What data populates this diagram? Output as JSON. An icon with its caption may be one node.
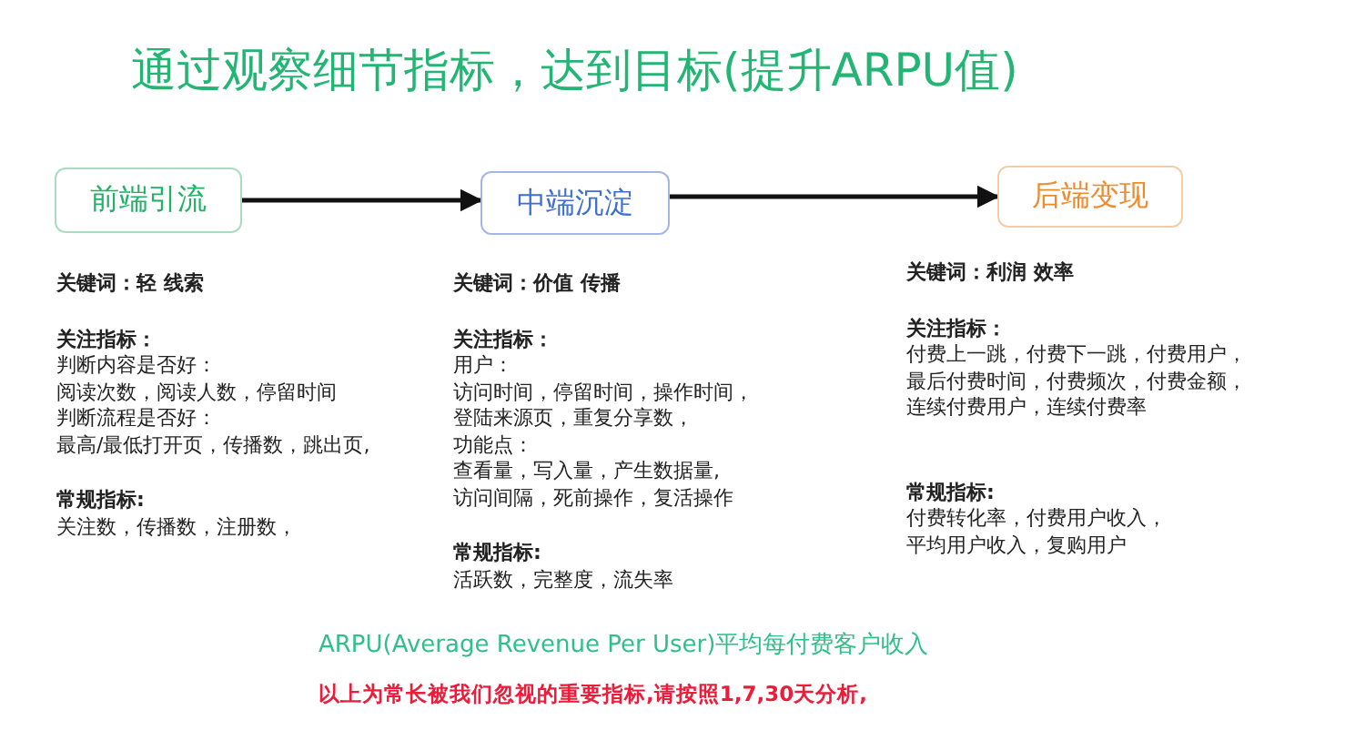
{
  "diagram": {
    "title": "通过观察细节指标，达到目标(提升ARPU值)",
    "nodes": [
      {
        "text": [
          "前端引流"
        ],
        "beside": [
          "关键词：轻 线索",
          "关注指标：",
          "判断内容是否好：",
          "阅读次数，阅读人数，停留时间",
          "判断流程是否好：",
          "最高/最低打开页，传播数，跳出页,",
          "常规指标:",
          "关注数，传播数，注册数，"
        ]
      },
      {
        "text": [
          "中端沉淀"
        ],
        "beside": [
          "关键词：价值 传播",
          "关注指标：",
          "用户：",
          "访问时间，停留时间，操作时间，",
          "登陆来源页，重复分享数，",
          "功能点：",
          "查看量，写入量，产生数据量,",
          "访问间隔，死前操作，复活操作",
          "常规指标:",
          "活跃数，完整度，流失率"
        ]
      },
      {
        "text": [
          "后端变现"
        ],
        "beside": [
          "关键词：利润 效率",
          "关注指标：",
          "付费上一跳，付费下一跳，付费用户，",
          "最后付费时间，付费频次，付费金额，",
          "连续付费用户，连续付费率",
          "常规指标:",
          "付费转化率，付费用户收入，",
          "平均用户收入，复购用户"
        ]
      }
    ],
    "edges": [
      {
        "from": 0,
        "to": 1,
        "arrow": "to"
      },
      {
        "from": 1,
        "to": 2,
        "arrow": "to"
      }
    ],
    "labels": [
      "ARPU(Average Revenue Per User)平均每付费客户收入",
      "以上为常长被我们忽视的重要指标,请按照1,7,30天分析,"
    ]
  }
}
